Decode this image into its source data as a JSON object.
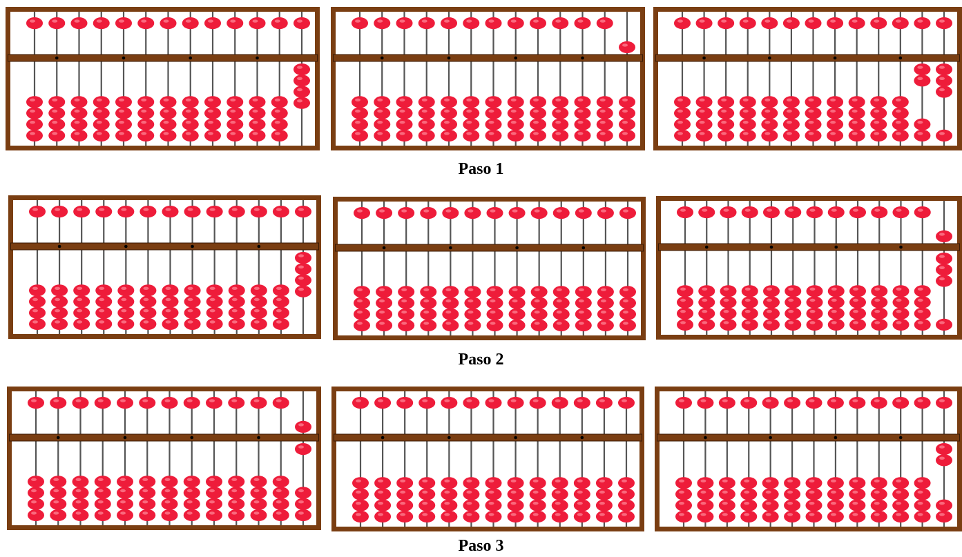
{
  "colors": {
    "frame": "#7a3e12",
    "bead": "#ee1c3a",
    "rod": "#555555",
    "background": "#ffffff"
  },
  "steps": [
    {
      "label": "Paso 1",
      "abaci": [
        {
          "heaven": [
            0,
            0,
            0,
            0,
            0,
            0,
            0,
            0,
            0,
            0,
            0,
            0,
            0
          ],
          "earth": [
            4,
            4,
            4,
            4,
            4,
            4,
            4,
            4,
            4,
            4,
            4,
            4,
            0
          ]
        },
        {
          "heaven": [
            0,
            0,
            0,
            0,
            0,
            0,
            0,
            0,
            0,
            0,
            0,
            0,
            1
          ],
          "earth": [
            4,
            4,
            4,
            4,
            4,
            4,
            4,
            4,
            4,
            4,
            4,
            4,
            4
          ]
        },
        {
          "heaven": [
            0,
            0,
            0,
            0,
            0,
            0,
            0,
            0,
            0,
            0,
            0,
            0,
            0
          ],
          "earth": [
            4,
            4,
            4,
            4,
            4,
            4,
            4,
            4,
            4,
            4,
            4,
            2,
            1
          ]
        }
      ]
    },
    {
      "label": "Paso 2",
      "abaci": [
        {
          "heaven": [
            0,
            0,
            0,
            0,
            0,
            0,
            0,
            0,
            0,
            0,
            0,
            0,
            0
          ],
          "earth": [
            4,
            4,
            4,
            4,
            4,
            4,
            4,
            4,
            4,
            4,
            4,
            4,
            0
          ]
        },
        {
          "heaven": [
            0,
            0,
            0,
            0,
            0,
            0,
            0,
            0,
            0,
            0,
            0,
            0,
            0
          ],
          "earth": [
            4,
            4,
            4,
            4,
            4,
            4,
            4,
            4,
            4,
            4,
            4,
            4,
            4
          ]
        },
        {
          "heaven": [
            0,
            0,
            0,
            0,
            0,
            0,
            0,
            0,
            0,
            0,
            0,
            0,
            1
          ],
          "earth": [
            4,
            4,
            4,
            4,
            4,
            4,
            4,
            4,
            4,
            4,
            4,
            4,
            1
          ]
        }
      ]
    },
    {
      "label": "Paso 3",
      "abaci": [
        {
          "heaven": [
            0,
            0,
            0,
            0,
            0,
            0,
            0,
            0,
            0,
            0,
            0,
            0,
            1
          ],
          "earth": [
            4,
            4,
            4,
            4,
            4,
            4,
            4,
            4,
            4,
            4,
            4,
            4,
            3
          ]
        },
        {
          "heaven": [
            0,
            0,
            0,
            0,
            0,
            0,
            0,
            0,
            0,
            0,
            0,
            0,
            0
          ],
          "earth": [
            4,
            4,
            4,
            4,
            4,
            4,
            4,
            4,
            4,
            4,
            4,
            4,
            4
          ]
        },
        {
          "heaven": [
            0,
            0,
            0,
            0,
            0,
            0,
            0,
            0,
            0,
            0,
            0,
            0,
            0
          ],
          "earth": [
            4,
            4,
            4,
            4,
            4,
            4,
            4,
            4,
            4,
            4,
            4,
            4,
            2
          ]
        }
      ]
    }
  ]
}
